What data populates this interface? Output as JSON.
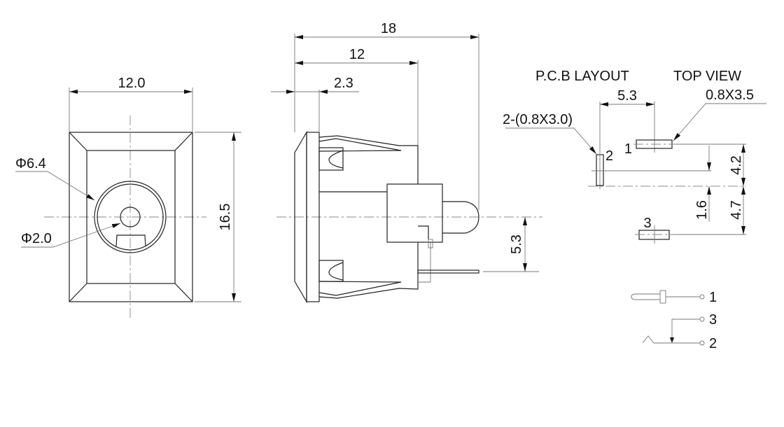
{
  "front_view": {
    "width_dim": "12.0",
    "height_dim": "16.5",
    "outer_diameter": "Φ6.4",
    "pin_diameter": "Φ2.0"
  },
  "side_view": {
    "overall_length": "18",
    "body_length": "12",
    "flange_thickness": "2.3",
    "pin_offset": "5.3"
  },
  "pcb_layout": {
    "title": "P.C.B LAYOUT",
    "subtitle": "TOP VIEW",
    "pin_spacing": "5.3",
    "slot_large": "0.8X3.5",
    "slot_small": "2-(0.8X3.0)",
    "dim_a": "4.2",
    "dim_b": "4.7",
    "dim_c": "1.6",
    "pin_labels": [
      "1",
      "2",
      "3"
    ]
  },
  "schematic": {
    "pin_labels": [
      "1",
      "3",
      "2"
    ]
  }
}
